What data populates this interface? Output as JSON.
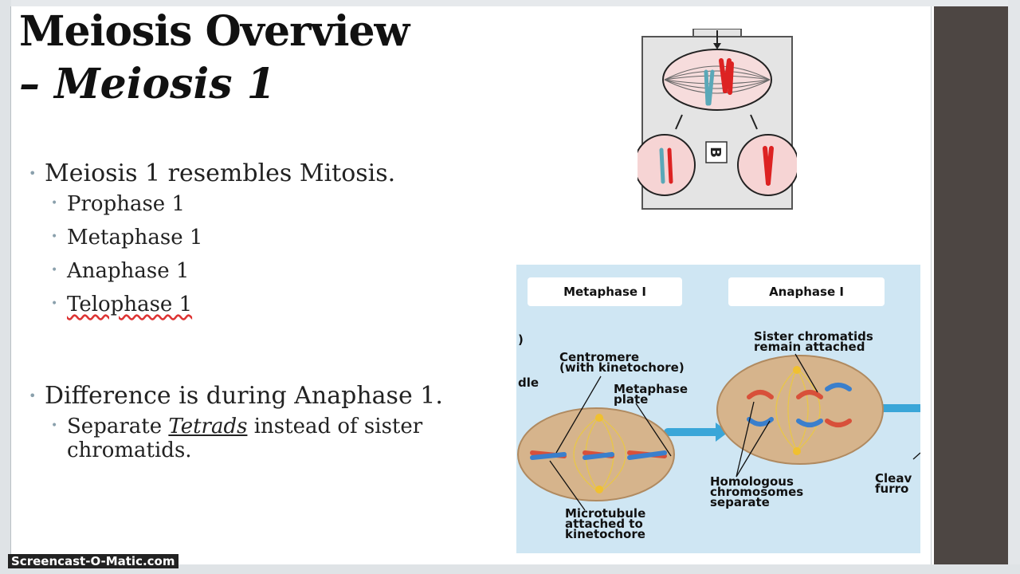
{
  "slide": {
    "title_line1": "Meiosis Overview",
    "title_line2": "– Meiosis 1",
    "bullets": [
      {
        "text": "Meiosis 1 resembles Mitosis.",
        "sub": [
          "Prophase 1",
          "Metaphase 1",
          "Anaphase 1",
          "Telophase 1"
        ]
      },
      {
        "text": "Difference is during Anaphase 1.",
        "sub_parts": {
          "pre": "Separate ",
          "emph": "Tetrads",
          "post": " instead of sister",
          "line2": "chromatids."
        }
      }
    ]
  },
  "top_figure": {
    "label": "B"
  },
  "bottom_figure": {
    "panel_left_title": "Metaphase I",
    "panel_right_title": "Anaphase I",
    "labels": {
      "centromere": "Centromere\n(with kinetochore)",
      "metaphase_plate": "Metaphase\nplate",
      "sister_chromatids": "Sister chromatids\nremain attached",
      "homologous": "Homologous\nchromosomes\nseparate",
      "microtubule": "Microtubule\nattached to\nkinetochore",
      "cleavage": "Cleav\nfurro",
      "cut_left_1": ")",
      "cut_left_2": "dle"
    }
  },
  "watermark": "Screencast-O-Matic.com",
  "colors": {
    "sidebar": "#4d4643",
    "bullet_dot": "#8aa0ac",
    "figure_bg": "#cfe6f3"
  }
}
